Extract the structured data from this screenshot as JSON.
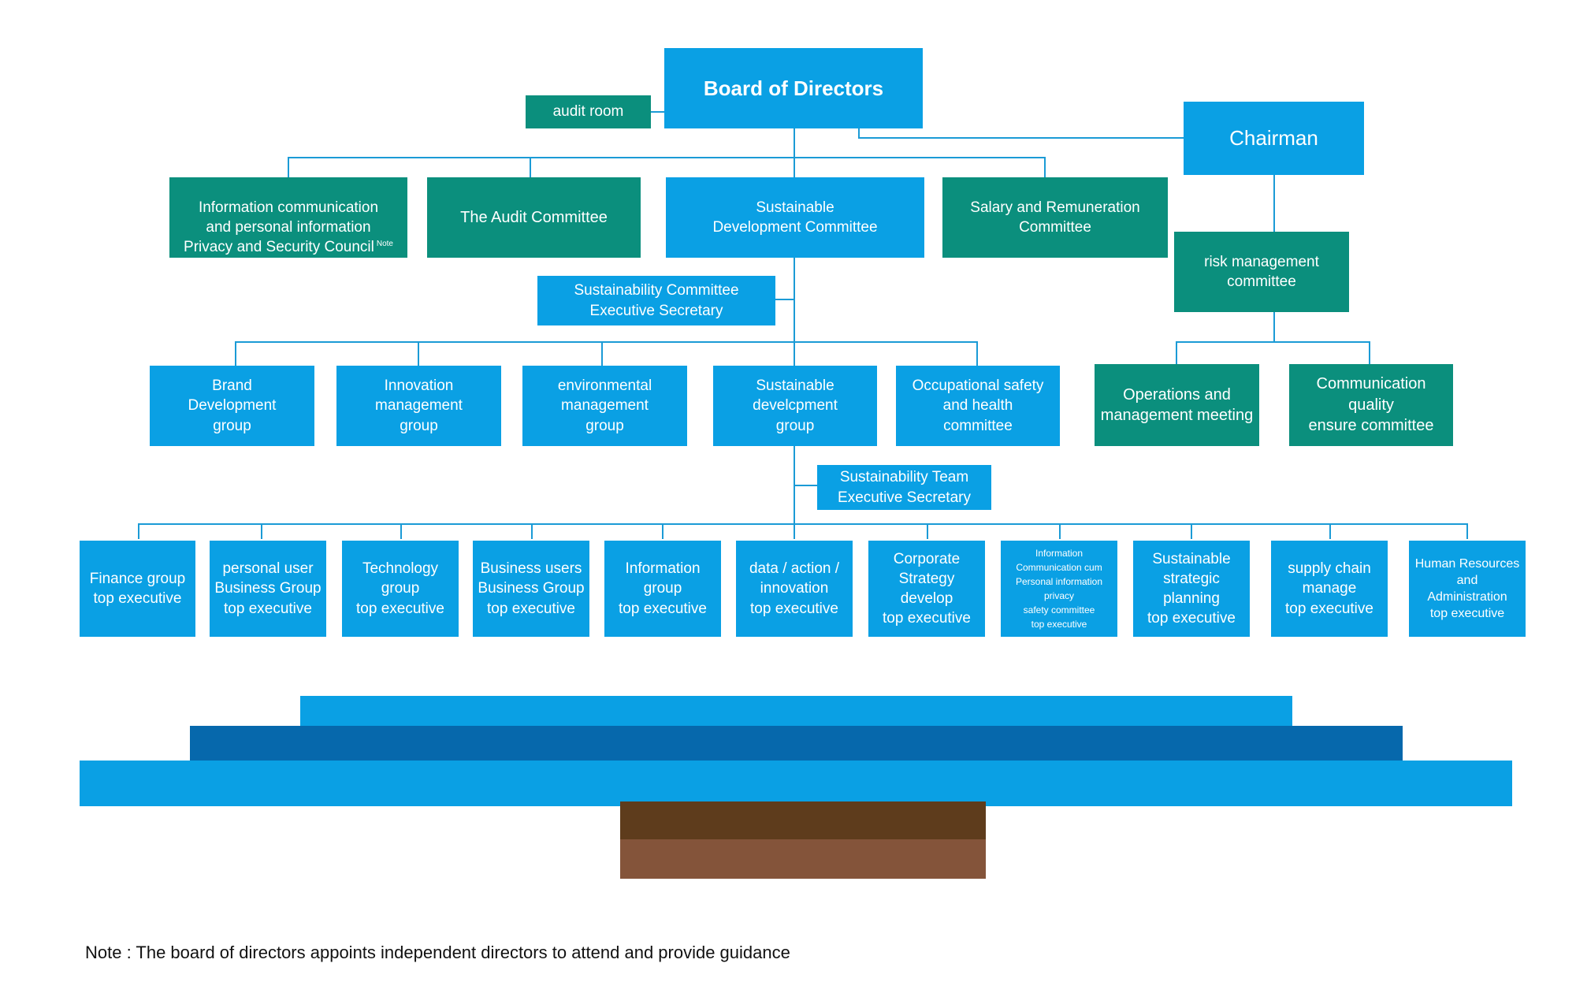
{
  "colors": {
    "node_blue": "#0aa0e4",
    "node_teal": "#0b8f7d",
    "connector": "#1b9bd6",
    "bar_light_blue": "#0aa0e4",
    "bar_dark_blue": "#0668ac",
    "bar_brown_dark": "#5e3c1c",
    "bar_brown_light": "#84543a"
  },
  "board": {
    "label": "Board of Directors"
  },
  "audit_room": {
    "label": "audit room"
  },
  "chairman": {
    "label": "Chairman"
  },
  "committees": {
    "info_privacy": {
      "label": "Information communication\nand personal information\nPrivacy and Security Council",
      "note_mark": "Note"
    },
    "audit": {
      "label": "The Audit Committee"
    },
    "sustainable_dev": {
      "label": "Sustainable\nDevelopment Committee"
    },
    "salary": {
      "label": "Salary and Remuneration\nCommittee"
    }
  },
  "risk_committee": {
    "label": "risk management\ncommittee"
  },
  "risk_children": {
    "operations": {
      "label": "Operations and\nmanagement meeting"
    },
    "communication": {
      "label": "Communication\nquality\nensure committee"
    }
  },
  "exec_secretary_committee": {
    "label": "Sustainability Committee\nExecutive Secretary"
  },
  "groups": {
    "brand": {
      "label": "Brand\nDevelopment\ngroup"
    },
    "innovation": {
      "label": "Innovation\nmanagement\ngroup"
    },
    "environmental": {
      "label": "environmental\nmanagement\ngroup"
    },
    "sustainable": {
      "label": "Sustainable\ndevelcpment\ngroup"
    },
    "occupational": {
      "label": "Occupational safety\nand health\ncommittee"
    }
  },
  "exec_secretary_team": {
    "label": "Sustainability Team\nExecutive Secretary"
  },
  "executives": {
    "finance": {
      "label": "Finance group\ntop executive"
    },
    "personal_user": {
      "label": "personal user\nBusiness Group\ntop executive"
    },
    "technology": {
      "label": "Technology\ngroup\ntop executive"
    },
    "business_users": {
      "label": "Business users\nBusiness Group\ntop executive"
    },
    "information": {
      "label": "Information\ngroup\ntop executive"
    },
    "data_action": {
      "label": "data / action /\ninnovation\ntop executive"
    },
    "corporate_strategy": {
      "label": "Corporate\nStrategy\ndevelop\ntop executive"
    },
    "info_comm_privacy": {
      "label": "Information\nCommunication cum\nPersonal information\nprivacy\nsafety committee\ntop executive"
    },
    "sustainable_planning": {
      "label": "Sustainable\nstrategic\nplanning\ntop executive"
    },
    "supply_chain": {
      "label": "supply chain\nmanage\ntop executive"
    },
    "hr_admin": {
      "label": "Human Resources\nand\nAdministration\ntop executive"
    }
  },
  "note": "Note : The board of directors appoints independent directors to attend and provide guidance"
}
